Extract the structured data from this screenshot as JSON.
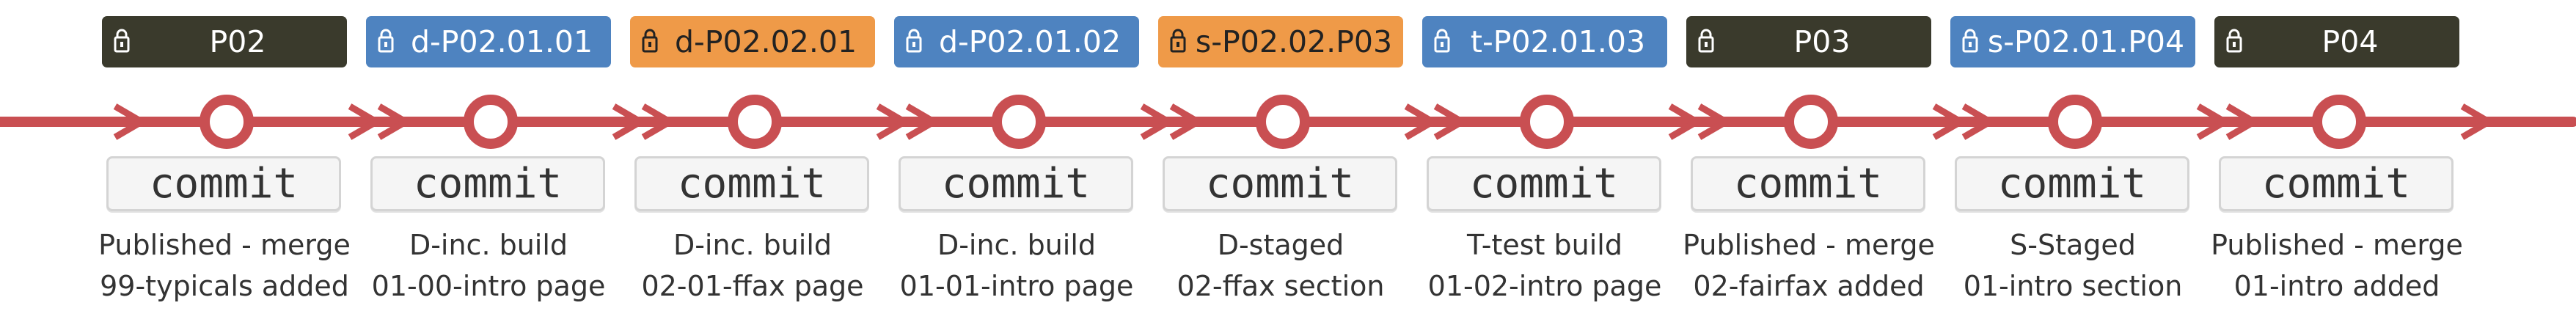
{
  "colors": {
    "line": "#c94f52",
    "node_fill": "#ffffff",
    "tag_dark": "#3a3a2c",
    "tag_blue": "#4e83c0",
    "tag_orange": "#ef9a48",
    "commit_bg": "#f5f5f5",
    "commit_border": "#d4d4d4",
    "text": "#333333"
  },
  "nodes": [
    {
      "tag": "P02",
      "style": "dark",
      "commit": "commit",
      "line1": "Published - merge",
      "line2": "99-typicals added"
    },
    {
      "tag": "d-P02.01.01",
      "style": "blue",
      "commit": "commit",
      "line1": "D-inc. build",
      "line2": "01-00-intro page"
    },
    {
      "tag": "d-P02.02.01",
      "style": "orange",
      "commit": "commit",
      "line1": "D-inc. build",
      "line2": "02-01-ffax page"
    },
    {
      "tag": "d-P02.01.02",
      "style": "blue",
      "commit": "commit",
      "line1": "D-inc. build",
      "line2": "01-01-intro page"
    },
    {
      "tag": "s-P02.02.P03",
      "style": "orange",
      "commit": "commit",
      "line1": "D-staged",
      "line2": "02-ffax section"
    },
    {
      "tag": "t-P02.01.03",
      "style": "blue",
      "commit": "commit",
      "line1": "T-test build",
      "line2": "01-02-intro page"
    },
    {
      "tag": "P03",
      "style": "dark",
      "commit": "commit",
      "line1": "Published - merge",
      "line2": "02-fairfax added"
    },
    {
      "tag": "s-P02.01.P04",
      "style": "blue",
      "commit": "commit",
      "line1": "S-Staged",
      "line2": "01-intro section"
    },
    {
      "tag": "P04",
      "style": "dark",
      "commit": "commit",
      "line1": "Published - merge",
      "line2": "01-intro added"
    }
  ]
}
